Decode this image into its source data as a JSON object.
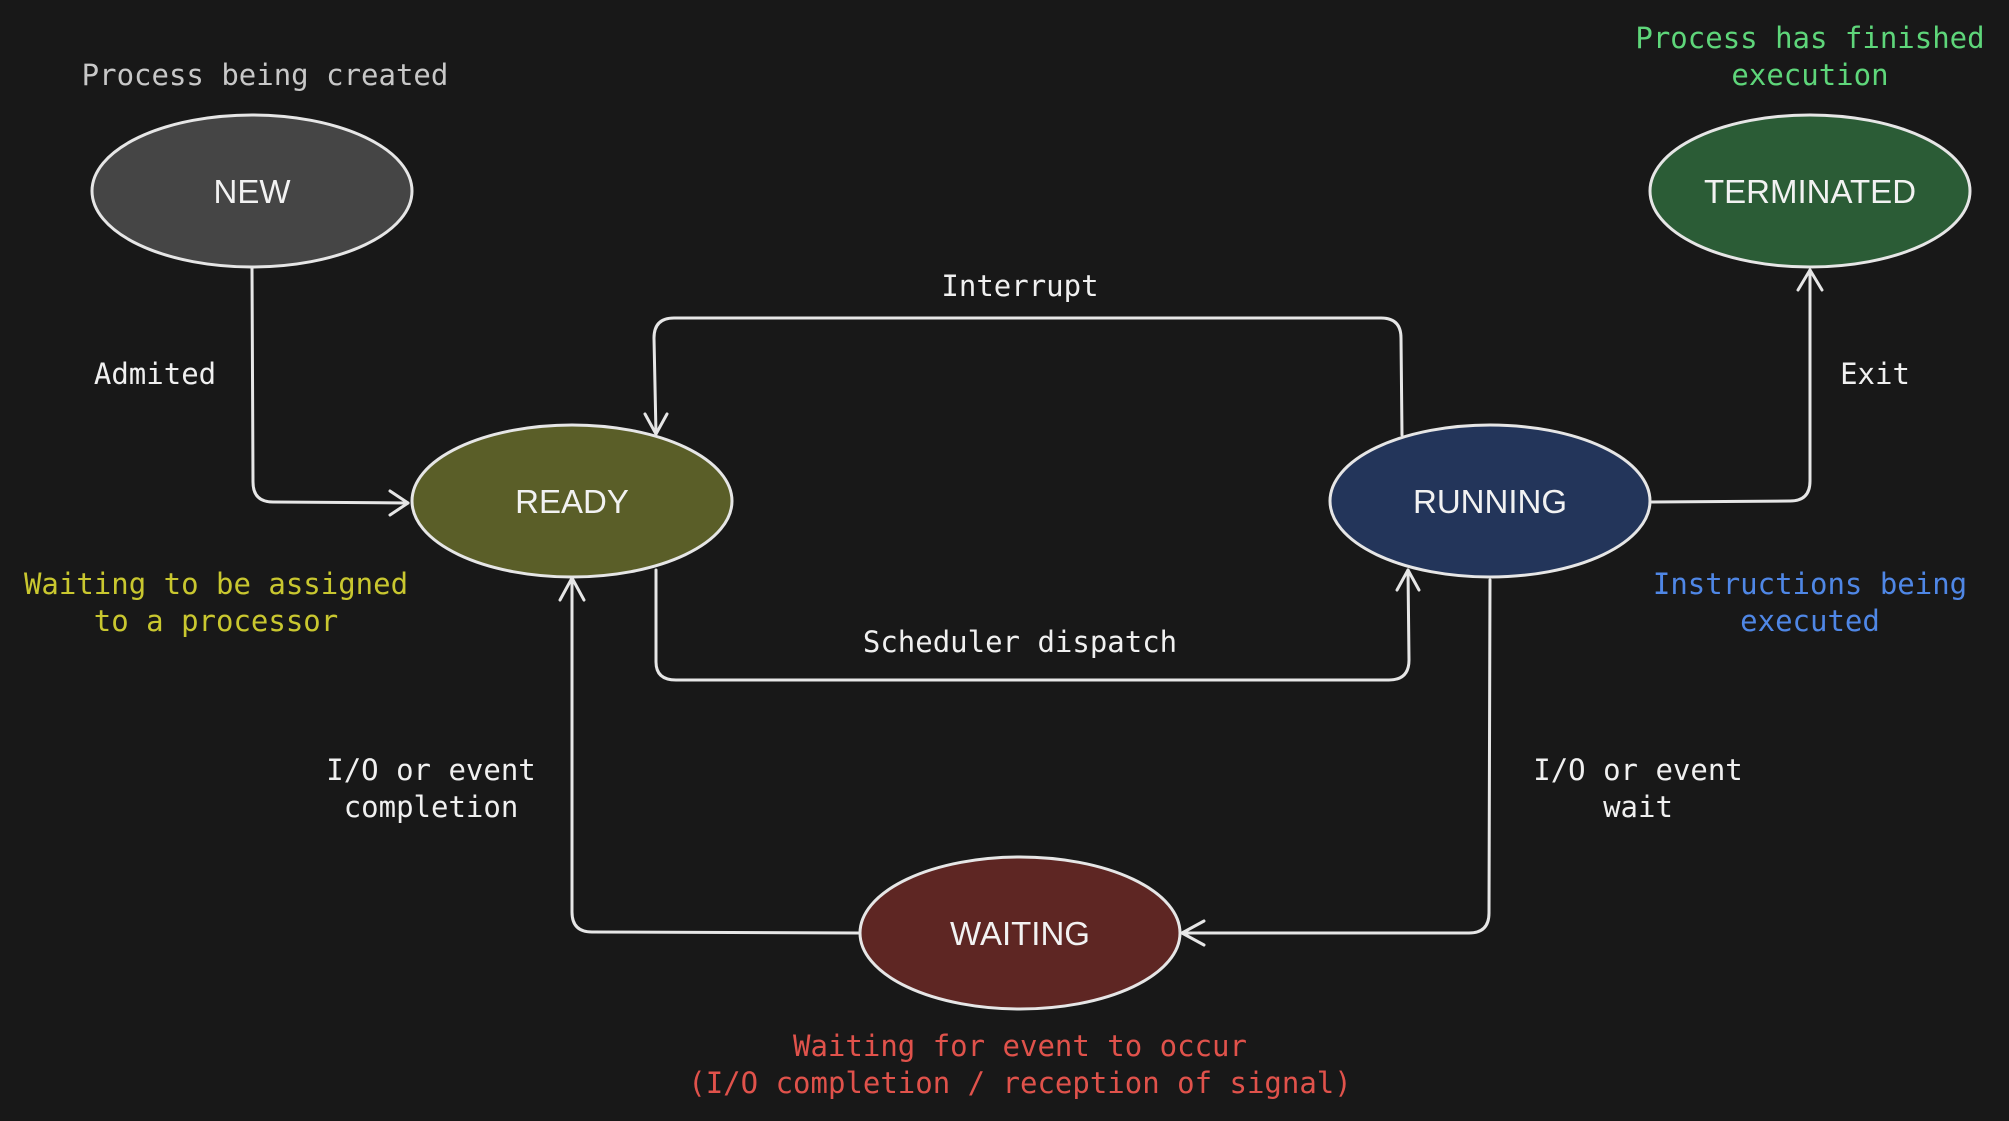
{
  "colors": {
    "background": "#181818",
    "new": "#454545",
    "ready": "#5a5e28",
    "running": "#23355a",
    "waiting": "#5e2623",
    "terminated": "#2b5c36",
    "note_created": "#c8c8c8",
    "note_finished": "#5ed67a",
    "note_ready": "#c9c72f",
    "note_running": "#4f87e6",
    "note_waiting": "#e0524b"
  },
  "states": {
    "new": "NEW",
    "ready": "READY",
    "running": "RUNNING",
    "waiting": "WAITING",
    "terminated": "TERMINATED"
  },
  "transitions": {
    "admitted": "Admited",
    "interrupt": "Interrupt",
    "dispatch": "Scheduler dispatch",
    "exit": "Exit",
    "io_completion": [
      "I/O or event",
      "completion"
    ],
    "io_wait": [
      "I/O or event",
      "wait"
    ]
  },
  "notes": {
    "new": [
      "Process being created"
    ],
    "terminated": [
      "Process has finished",
      "execution"
    ],
    "ready": [
      "Waiting to be assigned",
      "to a processor"
    ],
    "running": [
      "Instructions being",
      "executed"
    ],
    "waiting": [
      "Waiting for event to occur",
      "(I/O completion / reception of signal)"
    ]
  }
}
